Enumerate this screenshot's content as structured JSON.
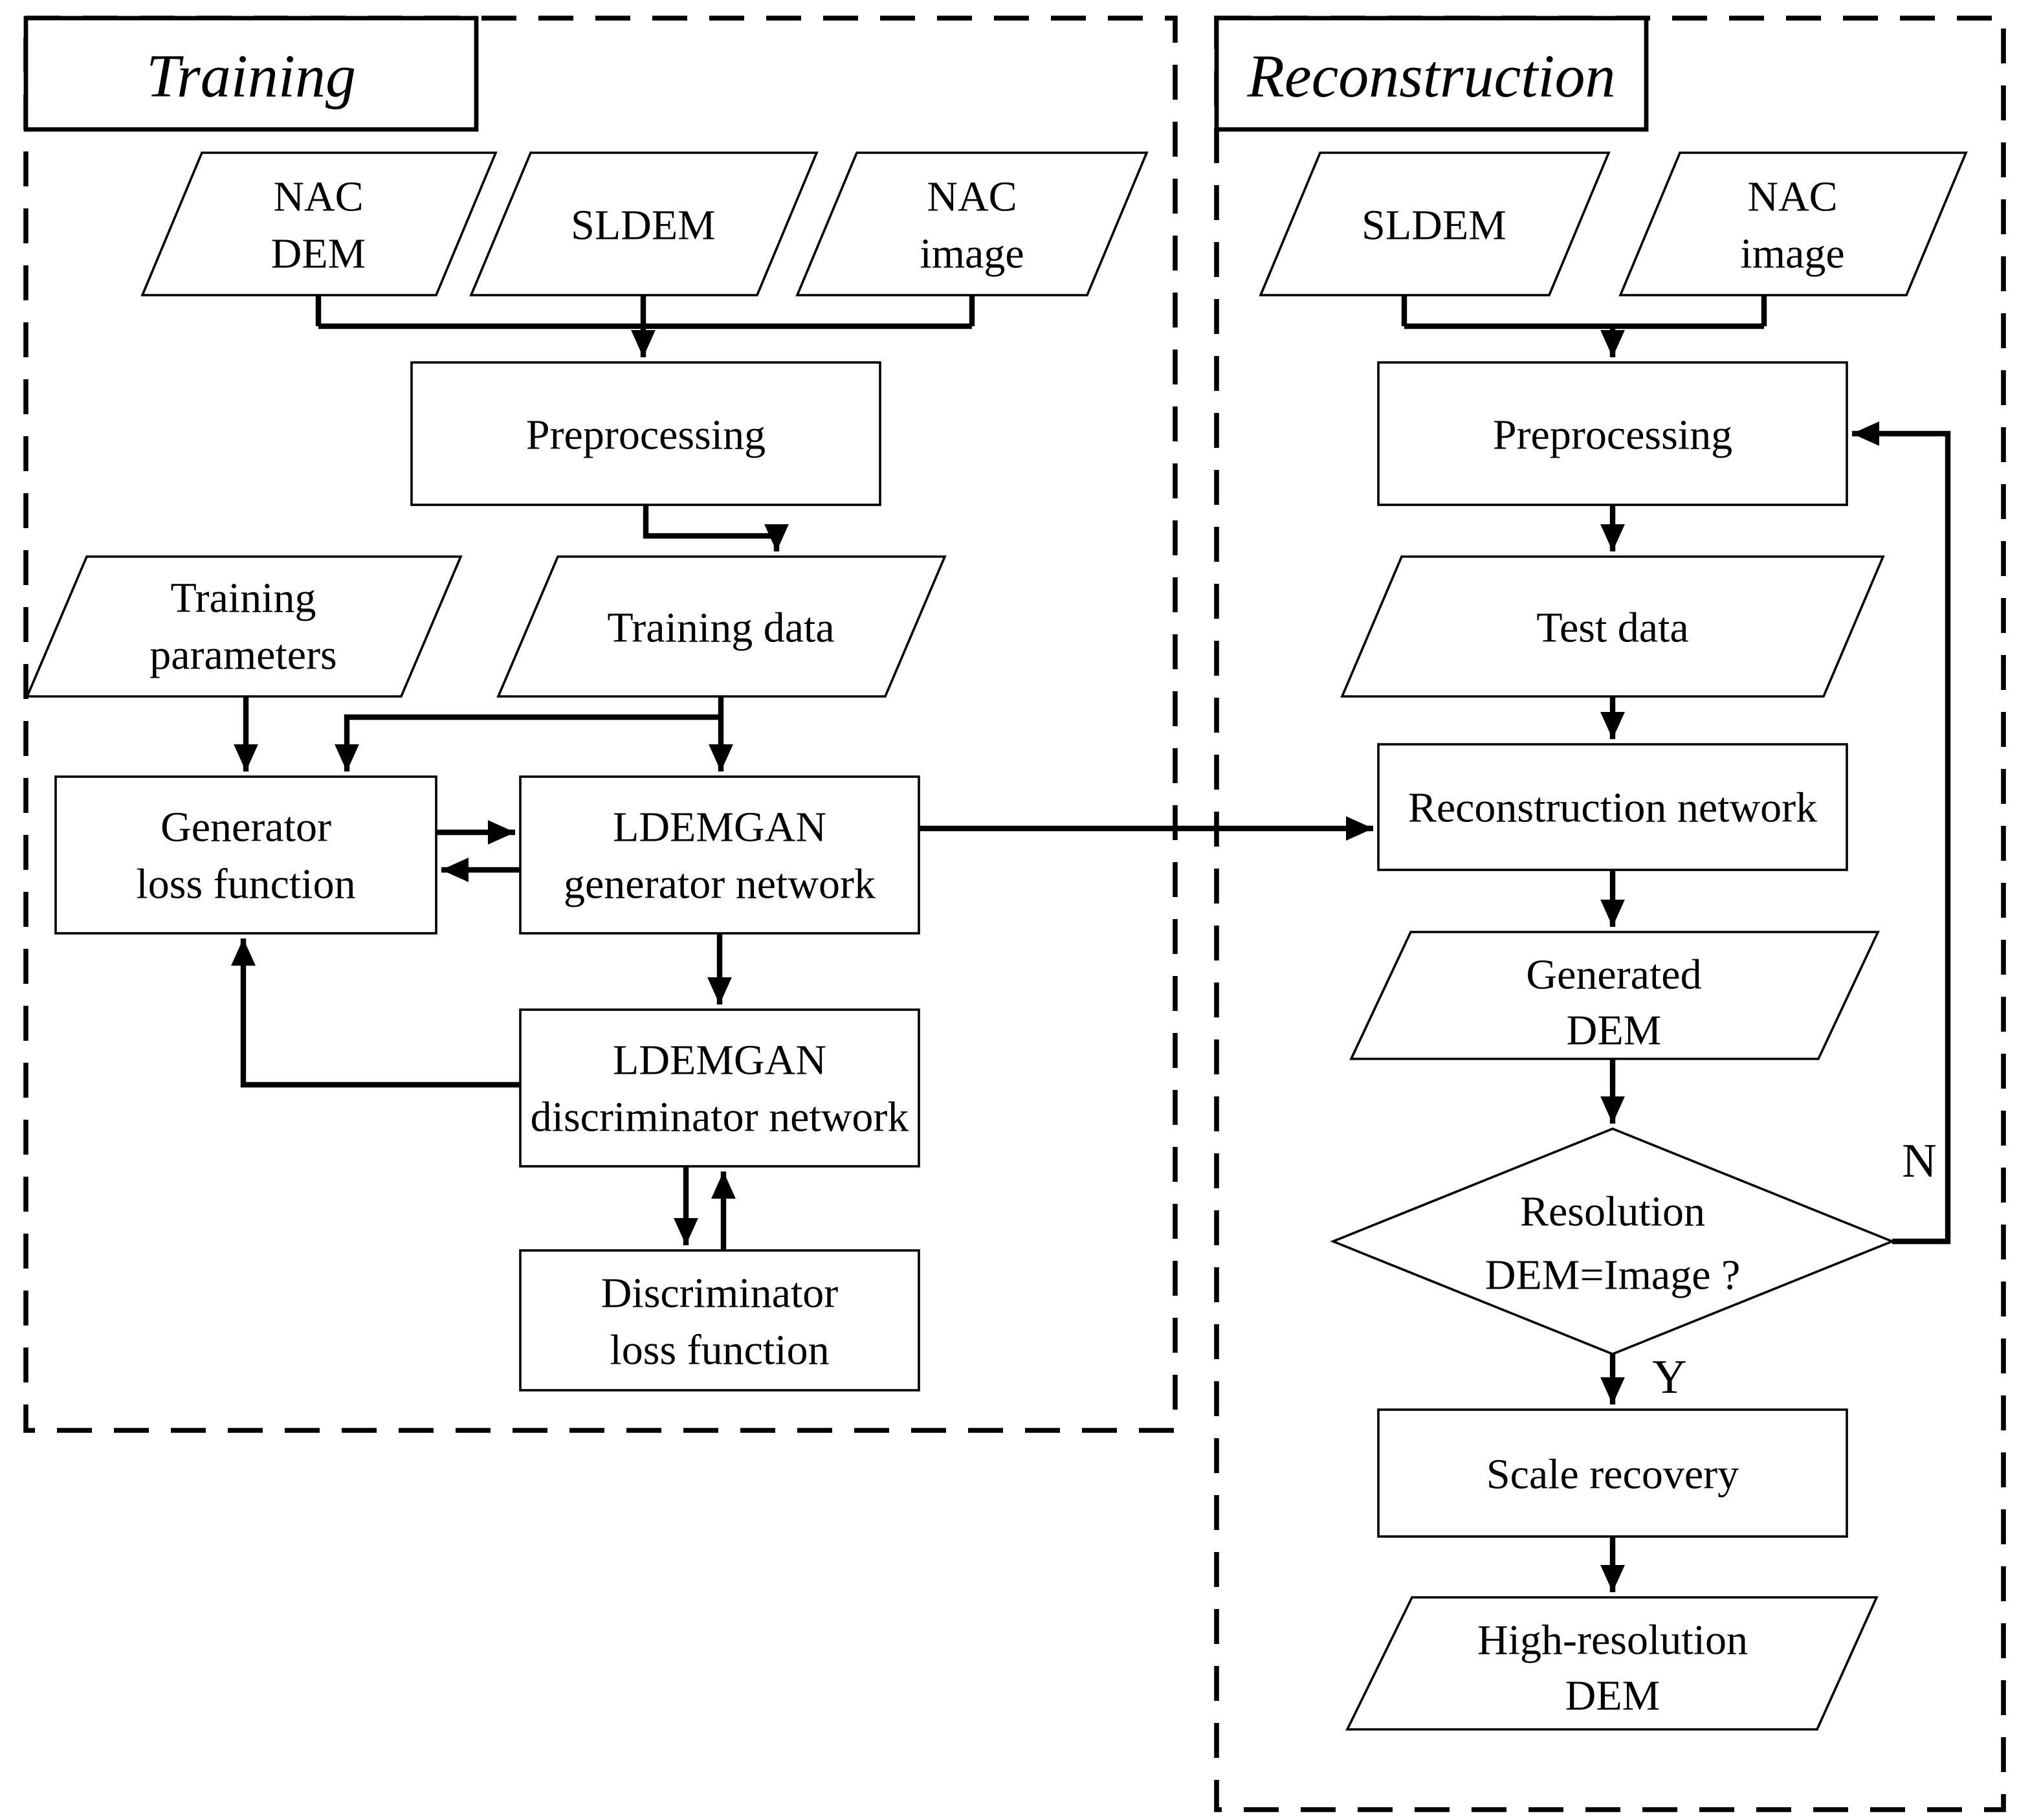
{
  "figure": {
    "type": "flowchart",
    "colors": {
      "line": "#000000",
      "background": "#ffffff",
      "node_fill": "#ffffff"
    },
    "sections": {
      "training": {
        "title": "Training",
        "nodes": {
          "nac_dem": {
            "shape": "parallelogram",
            "lines": [
              "NAC",
              "DEM"
            ]
          },
          "sldem": {
            "shape": "parallelogram",
            "lines": [
              "SLDEM"
            ]
          },
          "nac_image": {
            "shape": "parallelogram",
            "lines": [
              "NAC",
              "image"
            ]
          },
          "preprocessing": {
            "shape": "process",
            "lines": [
              "Preprocessing"
            ]
          },
          "training_parameters": {
            "shape": "parallelogram",
            "lines": [
              "Training",
              "parameters"
            ]
          },
          "training_data": {
            "shape": "parallelogram",
            "lines": [
              "Training data"
            ]
          },
          "generator_loss_function": {
            "shape": "process",
            "lines": [
              "Generator",
              "loss function"
            ]
          },
          "ldemgan_generator_network": {
            "shape": "process",
            "lines": [
              "LDEMGAN",
              "generator network"
            ]
          },
          "ldemgan_discriminator_network": {
            "shape": "process",
            "lines": [
              "LDEMGAN",
              "discriminator network"
            ]
          },
          "discriminator_loss_function": {
            "shape": "process",
            "lines": [
              "Discriminator",
              "loss function"
            ]
          }
        }
      },
      "reconstruction": {
        "title": "Reconstruction",
        "nodes": {
          "sldem": {
            "shape": "parallelogram",
            "lines": [
              "SLDEM"
            ]
          },
          "nac_image": {
            "shape": "parallelogram",
            "lines": [
              "NAC",
              "image"
            ]
          },
          "preprocessing": {
            "shape": "process",
            "lines": [
              "Preprocessing"
            ]
          },
          "test_data": {
            "shape": "parallelogram",
            "lines": [
              "Test data"
            ]
          },
          "reconstruction_network": {
            "shape": "process",
            "lines": [
              "Reconstruction network"
            ]
          },
          "generated_dem": {
            "shape": "parallelogram",
            "lines": [
              "Generated",
              "DEM"
            ]
          },
          "resolution_check": {
            "shape": "decision",
            "lines": [
              "Resolution",
              "DEM=Image ?"
            ]
          },
          "scale_recovery": {
            "shape": "process",
            "lines": [
              "Scale recovery"
            ]
          },
          "high_resolution_dem": {
            "shape": "parallelogram",
            "lines": [
              "High-resolution",
              "DEM"
            ]
          }
        },
        "branch_labels": {
          "no": "N",
          "yes": "Y"
        }
      }
    }
  }
}
